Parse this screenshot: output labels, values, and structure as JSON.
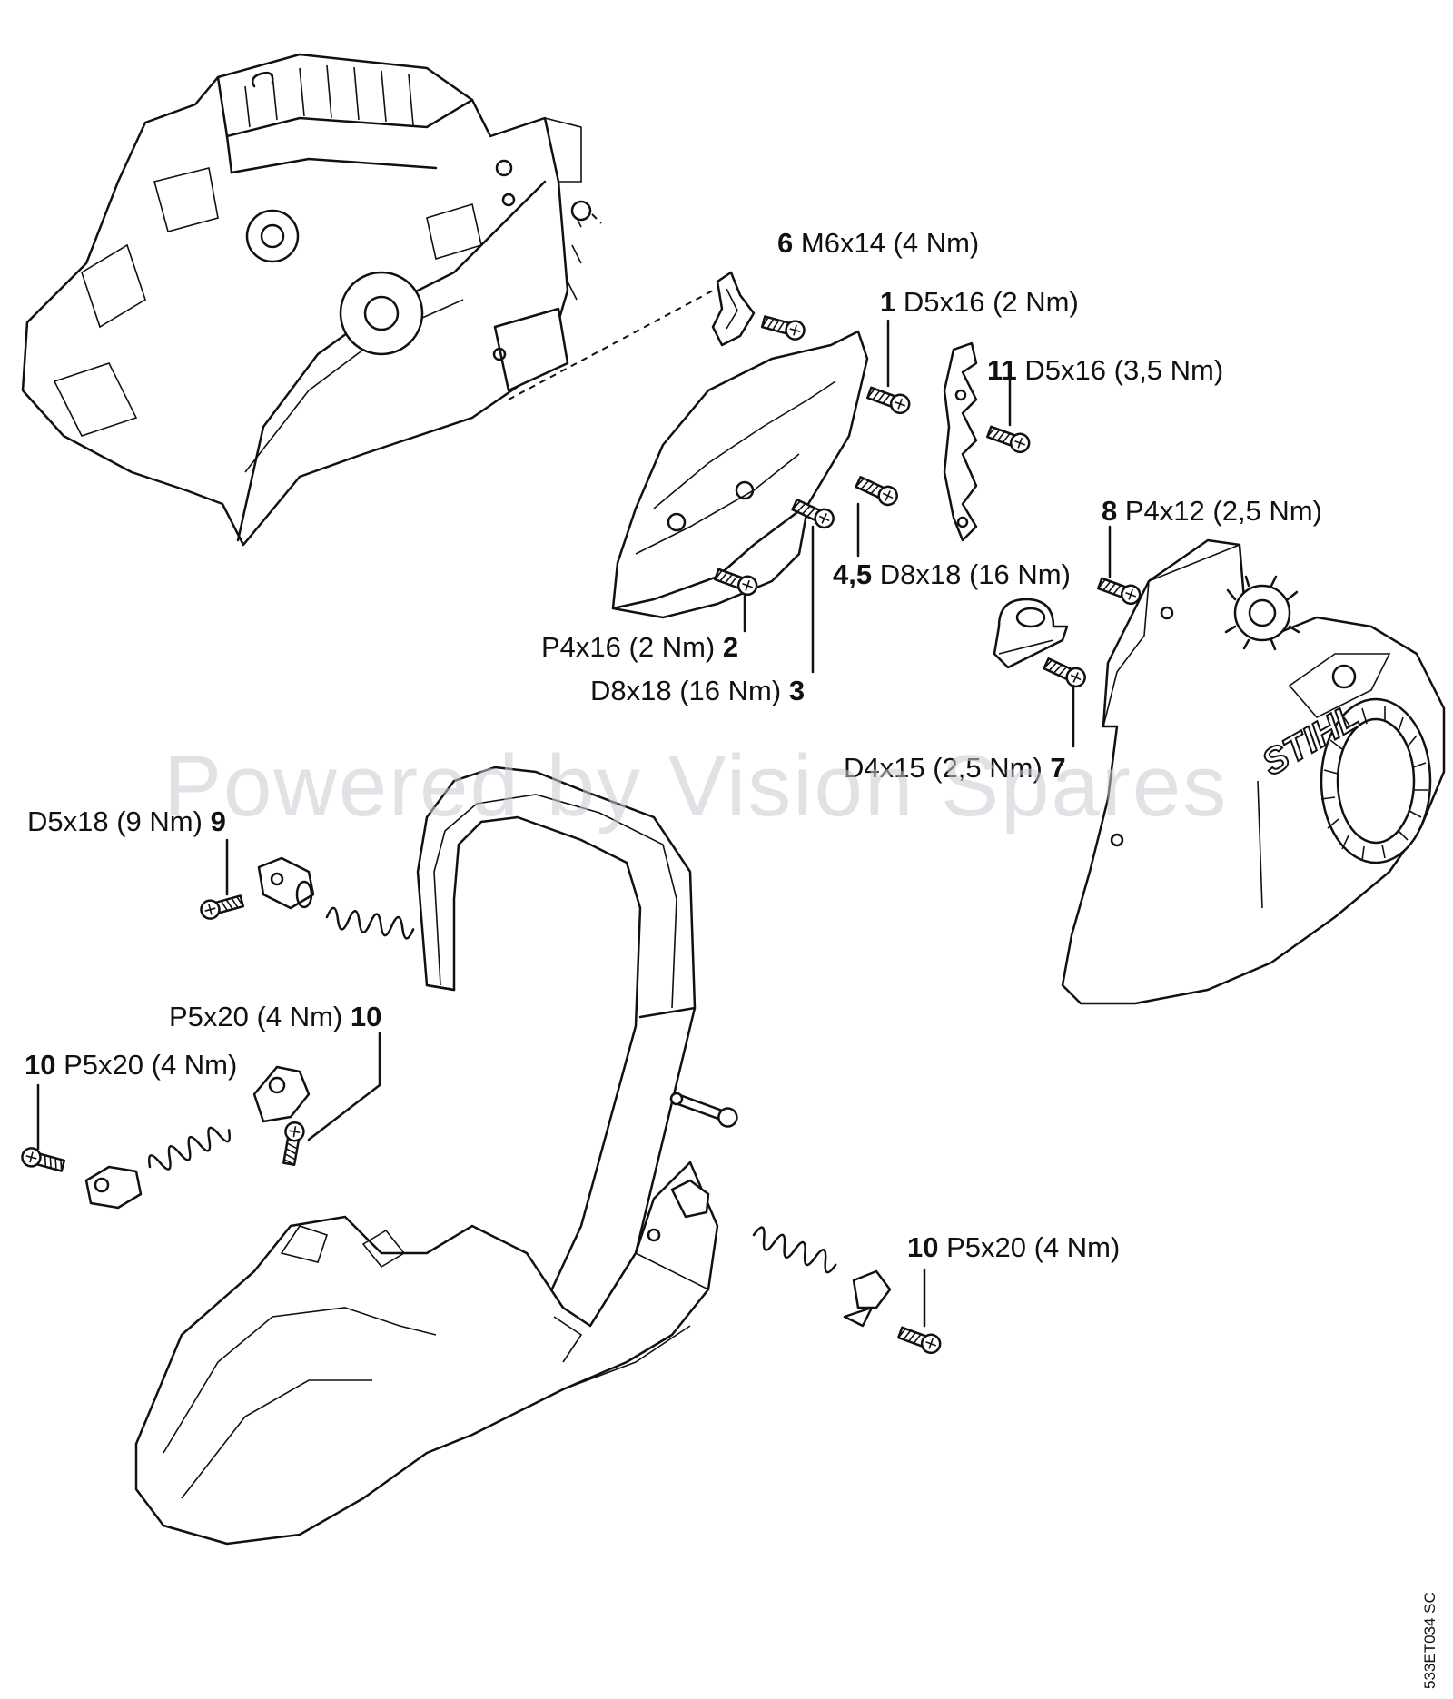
{
  "labels": [
    {
      "id": "6",
      "num": "6",
      "spec": "M6x14 (4 Nm)"
    },
    {
      "id": "1",
      "num": "1",
      "spec": "D5x16 (2 Nm)"
    },
    {
      "id": "11",
      "num": "11",
      "spec": "D5x16 (3,5 Nm)"
    },
    {
      "id": "8",
      "num": "8",
      "spec": "P4x12 (2,5 Nm)"
    },
    {
      "id": "45",
      "num": "4,5",
      "spec": "D8x18 (16 Nm)"
    },
    {
      "id": "2",
      "num": "2",
      "spec": "P4x16 (2 Nm)"
    },
    {
      "id": "3",
      "num": "3",
      "spec": "D8x18 (16 Nm)"
    },
    {
      "id": "7",
      "num": "7",
      "spec": "D4x15 (2,5 Nm)"
    },
    {
      "id": "9",
      "num": "9",
      "spec": "D5x18 (9 Nm)"
    },
    {
      "id": "10a",
      "num": "10",
      "spec": "P5x20 (4 Nm)"
    },
    {
      "id": "10b",
      "num": "10",
      "spec": "P5x20 (4 Nm)"
    },
    {
      "id": "10c",
      "num": "10",
      "spec": "P5x20 (4 Nm)"
    }
  ],
  "cover_logo": "STIHL",
  "watermark": "Powered by Vision Spares",
  "doc_id": "533ET034 SC"
}
